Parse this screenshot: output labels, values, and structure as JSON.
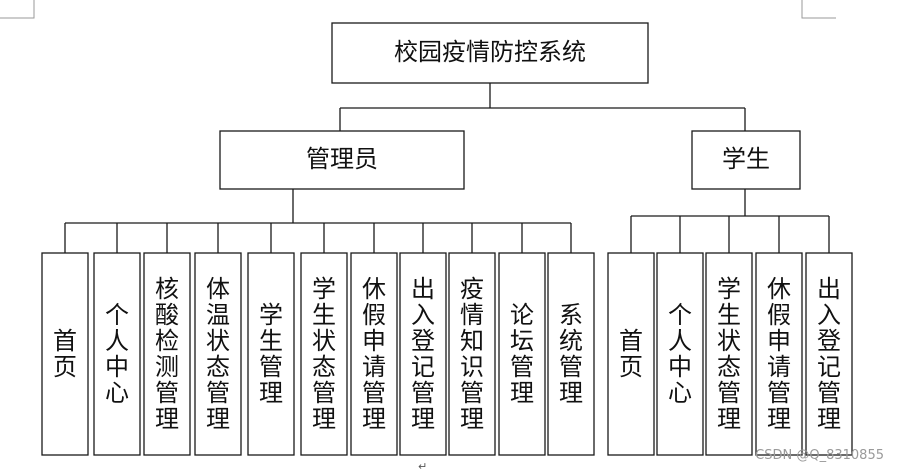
{
  "root": {
    "label": "校园疫情防控系统"
  },
  "admin": {
    "label": "管理员",
    "modules": [
      {
        "label": "首页"
      },
      {
        "label": "个人中心"
      },
      {
        "label": "核酸检测管理"
      },
      {
        "label": "体温状态管理"
      },
      {
        "label": "学生管理"
      },
      {
        "label": "学生状态管理"
      },
      {
        "label": "休假申请管理"
      },
      {
        "label": "出入登记管理"
      },
      {
        "label": "疫情知识管理"
      },
      {
        "label": "论坛管理"
      },
      {
        "label": "系统管理"
      }
    ]
  },
  "student": {
    "label": "学生",
    "modules": [
      {
        "label": "首页"
      },
      {
        "label": "个人中心"
      },
      {
        "label": "学生状态管理"
      },
      {
        "label": "休假申请管理"
      },
      {
        "label": "出入登记管理"
      }
    ]
  },
  "footer": {
    "watermark": "CSDN @Q_8310855",
    "return_mark": "↵"
  }
}
